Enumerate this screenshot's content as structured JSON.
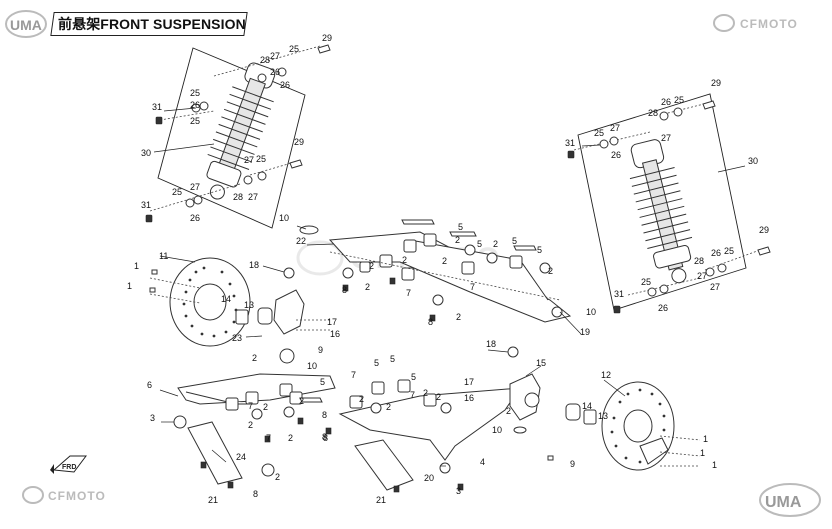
{
  "header": {
    "title": "前悬架FRONT SUSPENSION",
    "logo_top_left": "UMA",
    "logo_top_right": "CFMOTO",
    "logo_bottom_left": "CFMOTO",
    "logo_bottom_right": "UMA",
    "watermark": "CFMOTO"
  },
  "callouts": {
    "left_shock": [
      "29",
      "25",
      "28",
      "27",
      "26",
      "26",
      "25",
      "31",
      "25",
      "30",
      "26",
      "25",
      "27",
      "29",
      "25",
      "27",
      "28",
      "27",
      "26",
      "31"
    ],
    "right_shock": [
      "29",
      "28",
      "26",
      "25",
      "25",
      "27",
      "31",
      "26",
      "27",
      "30",
      "29",
      "26",
      "25",
      "28",
      "27",
      "25",
      "27",
      "31",
      "26"
    ],
    "upper_arm": [
      "10",
      "22",
      "5",
      "2",
      "5",
      "2",
      "5",
      "2",
      "2",
      "2",
      "7",
      "7",
      "8",
      "2",
      "8",
      "2",
      "5",
      "2",
      "10",
      "19"
    ],
    "left_knuckle": [
      "1",
      "11",
      "18",
      "1",
      "14",
      "13",
      "17",
      "16",
      "23",
      "9",
      "2",
      "10",
      "12"
    ],
    "lower_left": [
      "6",
      "3",
      "5",
      "7",
      "2",
      "2",
      "8",
      "2",
      "7",
      "2",
      "8",
      "24",
      "21",
      "2",
      "8",
      "5",
      "5",
      "2",
      "7",
      "8",
      "2"
    ],
    "lower_right": [
      "18",
      "15",
      "17",
      "16",
      "5",
      "2",
      "7",
      "2",
      "2",
      "10",
      "9",
      "4",
      "20",
      "21",
      "3",
      "14",
      "13",
      "1",
      "1",
      "1"
    ]
  },
  "colors": {
    "line": "#222222",
    "logo_gray": "#b8b8b8",
    "background": "#ffffff"
  }
}
